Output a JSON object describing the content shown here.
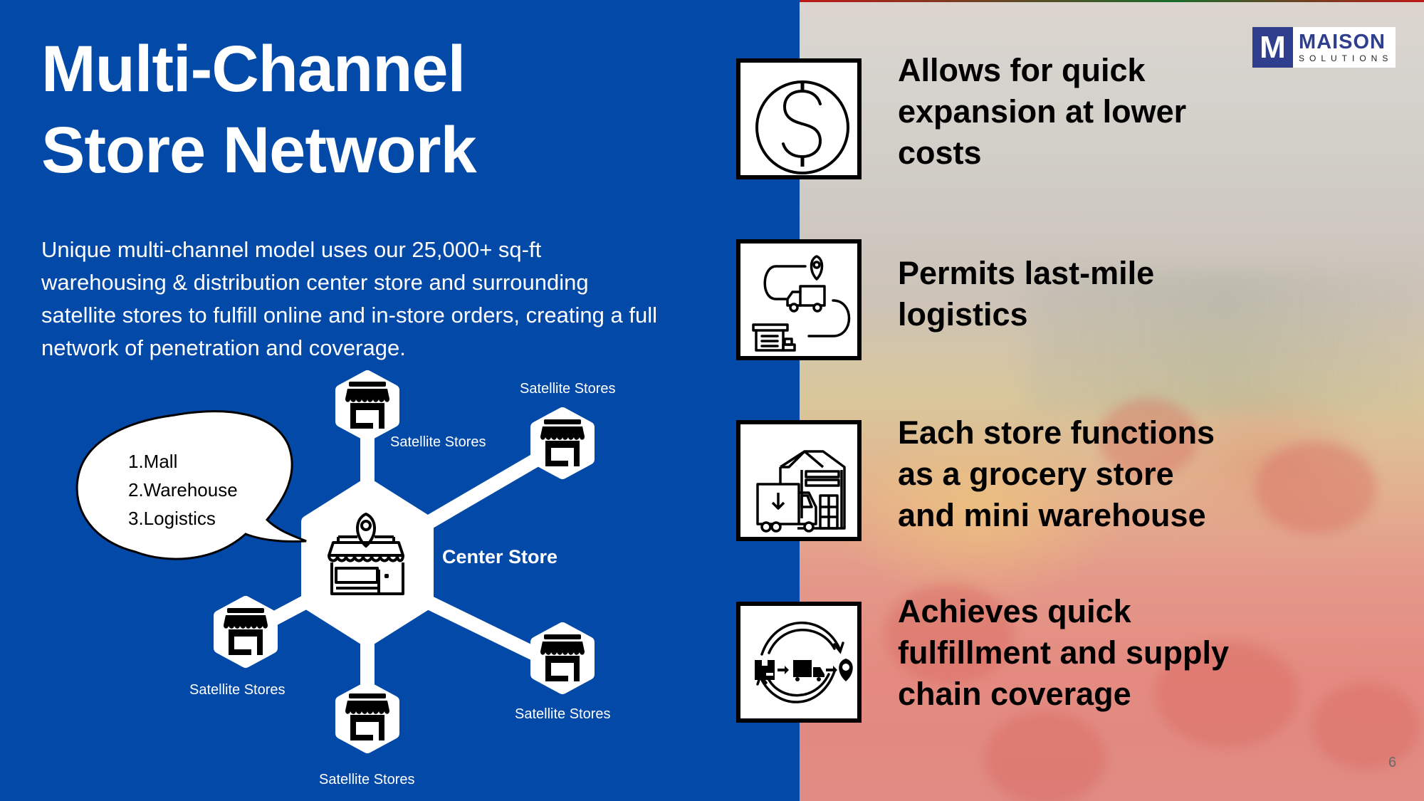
{
  "slide": {
    "title_line1": "Multi-Channel",
    "title_line2": "Store Network",
    "intro": "Unique multi-channel model uses our 25,000+ sq-ft warehousing & distribution center store and surrounding satellite stores to fulfill online and in-store orders, creating a full network of penetration and coverage.",
    "page_number": "6"
  },
  "colors": {
    "primary_blue": "#0349a8",
    "logo_navy": "#2f3f8d",
    "text_dark": "#000000",
    "text_light": "#ffffff"
  },
  "logo": {
    "mark": "M",
    "name": "MAISON",
    "subtitle": "SOLUTIONS"
  },
  "network": {
    "center": {
      "label": "Center Store",
      "icon": "store-location-icon"
    },
    "callout": {
      "items": [
        "1.Mall",
        "2.Warehouse",
        "3.Logistics"
      ]
    },
    "satellites": [
      {
        "label": "Satellite Stores",
        "icon": "storefront-icon",
        "position": "top"
      },
      {
        "label": "Satellite Stores",
        "icon": "storefront-icon",
        "position": "top-right"
      },
      {
        "label": "Satellite Stores",
        "icon": "storefront-icon",
        "position": "bottom-right"
      },
      {
        "label": "Satellite Stores",
        "icon": "storefront-icon",
        "position": "bottom"
      },
      {
        "label": "Satellite Stores",
        "icon": "storefront-icon",
        "position": "bottom-left"
      }
    ]
  },
  "features": [
    {
      "icon": "dollar-coin-icon",
      "line1": "Allows for quick",
      "line2": "expansion at lower",
      "line3": "costs"
    },
    {
      "icon": "last-mile-delivery-icon",
      "line1": "Permits last-mile",
      "line2": "logistics",
      "line3": ""
    },
    {
      "icon": "warehouse-truck-icon",
      "line1": "Each store functions",
      "line2": "as a grocery store",
      "line3": "and mini warehouse"
    },
    {
      "icon": "supply-chain-cycle-icon",
      "line1": "Achieves quick",
      "line2": "fulfillment and supply",
      "line3": "chain coverage"
    }
  ]
}
